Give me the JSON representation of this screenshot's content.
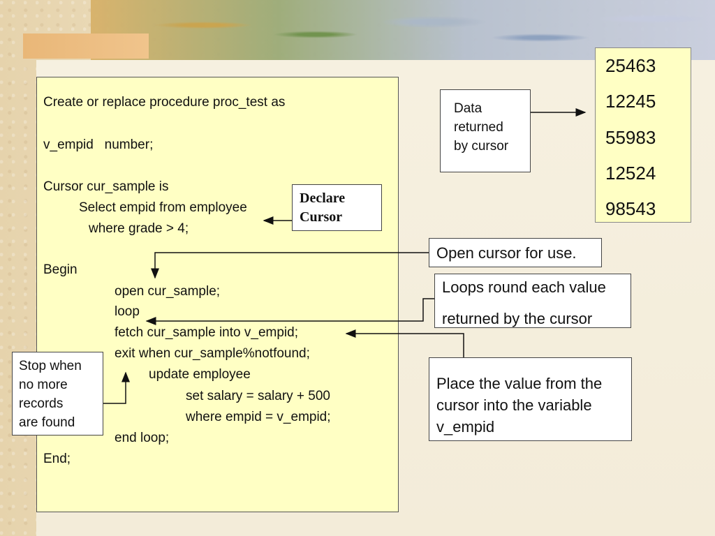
{
  "code": {
    "lines": [
      "Create or replace procedure proc_test as",
      "v_empid   number;",
      "Cursor cur_sample is",
      "Select empid from employee",
      "where grade > 4;",
      "Begin",
      "open cur_sample;",
      "loop",
      "fetch cur_sample into v_empid;",
      "exit when cur_sample%notfound;",
      "update employee",
      "set salary = salary + 500",
      "where empid = v_empid;",
      "end loop;",
      "End;"
    ]
  },
  "callouts": {
    "declare_cursor": [
      "Declare",
      "Cursor"
    ],
    "data_returned": [
      "Data",
      "returned",
      "by cursor"
    ],
    "open_cursor": "Open cursor for use.",
    "loops": [
      "Loops round each value",
      "returned by the cursor"
    ],
    "stop_when": [
      "Stop when",
      "no more",
      "records",
      "are found"
    ],
    "place_value": [
      "Place the value from the",
      "cursor into the variable",
      "v_empid"
    ]
  },
  "cursor_values": [
    "25463",
    "12245",
    "55983",
    "12524",
    "98543"
  ]
}
